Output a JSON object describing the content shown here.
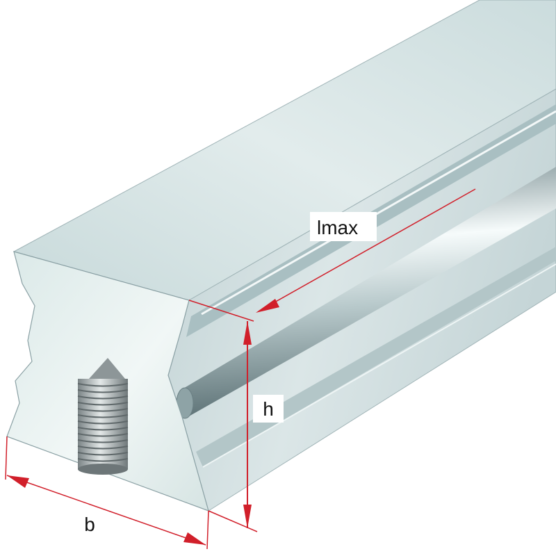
{
  "labels": {
    "length": "l",
    "length_subscript": "max",
    "height": "h",
    "width": "b"
  },
  "colors": {
    "dimension": "#d11f2a",
    "steel_light": "#e4eeee",
    "steel_mid": "#bcd0d2",
    "steel_dark": "#7f979b",
    "edge": "#8aa0a4",
    "thread": "#9ea6a8"
  }
}
